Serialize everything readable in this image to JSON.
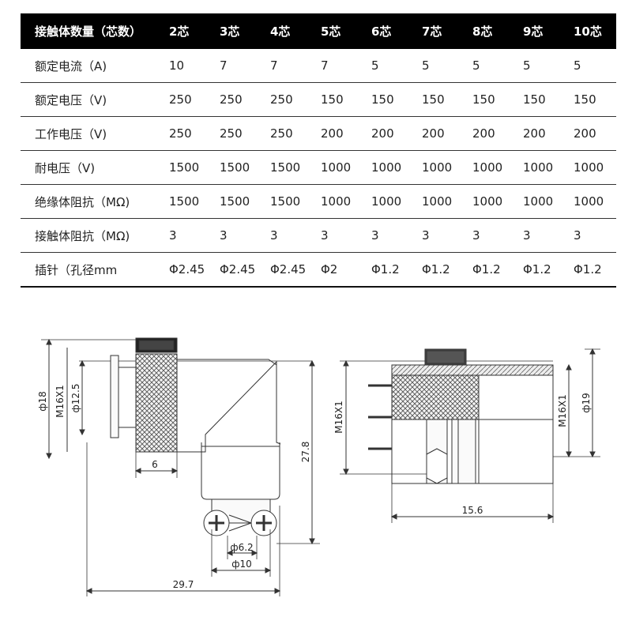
{
  "table": {
    "header_label": "接触体数量（芯数）",
    "columns": [
      "2芯",
      "3芯",
      "4芯",
      "5芯",
      "6芯",
      "7芯",
      "8芯",
      "9芯",
      "10芯"
    ],
    "rows": [
      {
        "label": "额定电流（A)",
        "values": [
          "10",
          "7",
          "7",
          "7",
          "5",
          "5",
          "5",
          "5",
          "5"
        ]
      },
      {
        "label": "额定电压（V)",
        "values": [
          "250",
          "250",
          "250",
          "150",
          "150",
          "150",
          "150",
          "150",
          "150"
        ]
      },
      {
        "label": "工作电压（V)",
        "values": [
          "250",
          "250",
          "250",
          "200",
          "200",
          "200",
          "200",
          "200",
          "200"
        ]
      },
      {
        "label": "耐电压（V)",
        "values": [
          "1500",
          "1500",
          "1500",
          "1000",
          "1000",
          "1000",
          "1000",
          "1000",
          "1000"
        ]
      },
      {
        "label": "绝缘体阻抗（MΩ)",
        "values": [
          "1500",
          "1500",
          "1500",
          "1000",
          "1000",
          "1000",
          "1000",
          "1000",
          "1000"
        ]
      },
      {
        "label": "接触体阻抗（MΩ)",
        "values": [
          "3",
          "3",
          "3",
          "3",
          "3",
          "3",
          "3",
          "3",
          "3"
        ]
      },
      {
        "label": "插针（孔径mm",
        "values": [
          "Φ2.45",
          "Φ2.45",
          "Φ2.45",
          "Φ2",
          "Φ1.2",
          "Φ1.2",
          "Φ1.2",
          "Φ1.2",
          "Φ1.2"
        ]
      }
    ]
  },
  "drawing": {
    "left": {
      "dims": {
        "d18": "ф18",
        "m16": "M16X1",
        "d12_5": "ф12.5",
        "w6": "6",
        "h27_8": "27.8",
        "d6_2": "ф6.2",
        "d10": "ф10",
        "w29_7": "29.7"
      }
    },
    "right": {
      "dims": {
        "m16_left": "M16X1",
        "m16_right": "M16X1",
        "d19": "ф19",
        "w15_6": "15.6"
      }
    }
  }
}
